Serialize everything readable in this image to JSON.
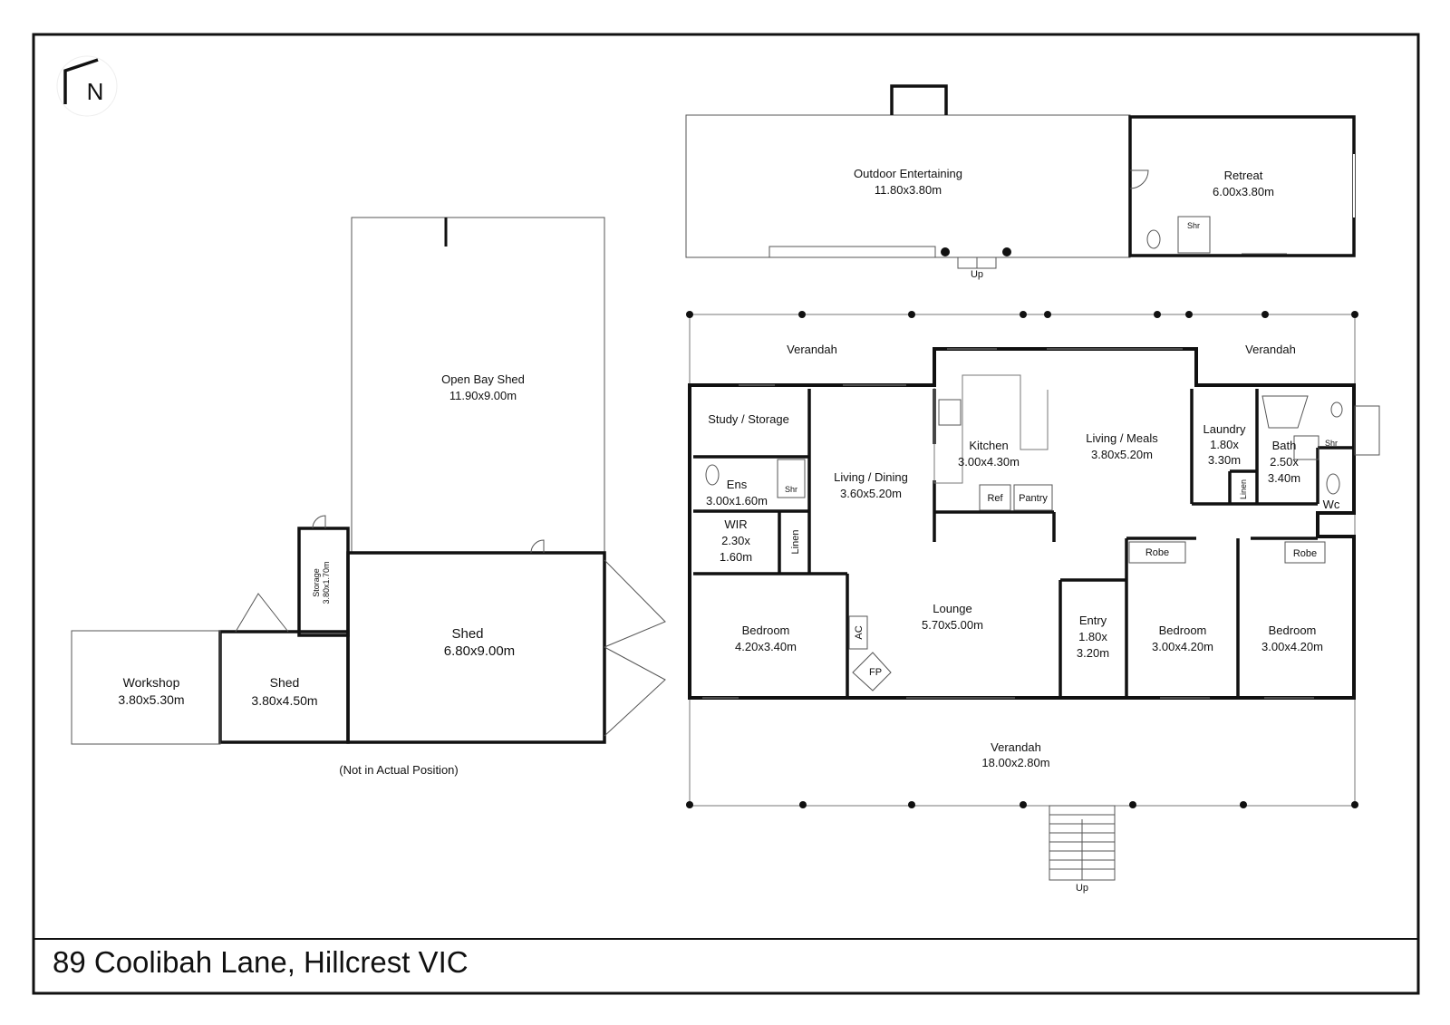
{
  "address": "89 Coolibah Lane, Hillcrest VIC",
  "north_label": "N",
  "note": "(Not in Actual Position)",
  "outbuildings": {
    "open_bay_shed": {
      "name": "Open Bay Shed",
      "dims": "11.90x9.00m"
    },
    "shed_large": {
      "name": "Shed",
      "dims": "6.80x9.00m"
    },
    "storage": {
      "name": "Storage",
      "dims": "3.80x1.70m"
    },
    "shed_small": {
      "name": "Shed",
      "dims": "3.80x4.50m"
    },
    "workshop": {
      "name": "Workshop",
      "dims": "3.80x5.30m"
    }
  },
  "outdoor": {
    "entertaining": {
      "name": "Outdoor Entertaining",
      "dims": "11.80x3.80m"
    },
    "retreat": {
      "name": "Retreat",
      "dims": "6.00x3.80m"
    },
    "shr": "Shr",
    "up": "Up"
  },
  "house": {
    "verandah_left": "Verandah",
    "verandah_right": "Verandah",
    "verandah_front": {
      "name": "Verandah",
      "dims": "18.00x2.80m"
    },
    "study": "Study / Storage",
    "ens": {
      "name": "Ens",
      "dims": "3.00x1.60m"
    },
    "ens_shr": "Shr",
    "wir": {
      "name": "WIR",
      "dims1": "2.30x",
      "dims2": "1.60m"
    },
    "linen1": "Linen",
    "living_dining": {
      "name": "Living / Dining",
      "dims": "3.60x5.20m"
    },
    "kitchen": {
      "name": "Kitchen",
      "dims": "3.00x4.30m"
    },
    "ref": "Ref",
    "pantry": "Pantry",
    "living_meals": {
      "name": "Living / Meals",
      "dims": "3.80x5.20m"
    },
    "laundry": {
      "name": "Laundry",
      "dims1": "1.80x",
      "dims2": "3.30m"
    },
    "linen2": "Linen",
    "bath": {
      "name": "Bath",
      "dims1": "2.50x",
      "dims2": "3.40m"
    },
    "bath_shr": "Shr",
    "wc": "Wc",
    "bedroom1": {
      "name": "Bedroom",
      "dims": "4.20x3.40m"
    },
    "ac": "AC",
    "fp": "FP",
    "lounge": {
      "name": "Lounge",
      "dims": "5.70x5.00m"
    },
    "entry": {
      "name": "Entry",
      "dims1": "1.80x",
      "dims2": "3.20m"
    },
    "bedroom2": {
      "name": "Bedroom",
      "dims": "3.00x4.20m"
    },
    "robe2": "Robe",
    "bedroom3": {
      "name": "Bedroom",
      "dims": "3.00x4.20m"
    },
    "robe3": "Robe",
    "up": "Up"
  }
}
